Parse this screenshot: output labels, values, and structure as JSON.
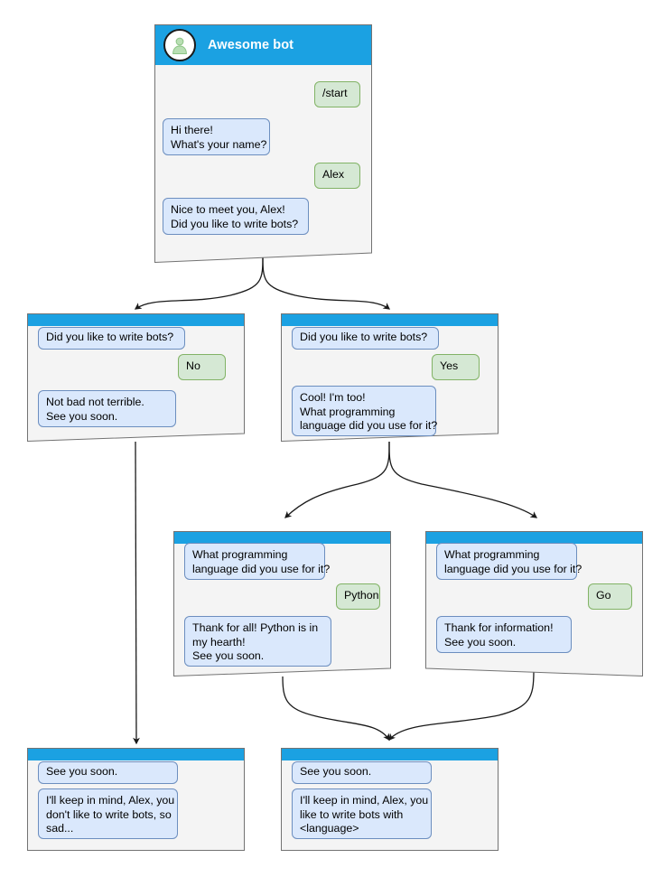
{
  "diagram": {
    "title": "Telegram bot conversation flow",
    "colors": {
      "node_body": "#f4f4f4",
      "node_border": "#808080",
      "titlebar": "#1ba1e2",
      "bot_bubble_fill": "#dae8fc",
      "bot_bubble_border": "#6c8ebf",
      "user_bubble_fill": "#d5e8d4",
      "user_bubble_border": "#82b366",
      "edge": "#1a1a1a",
      "title_text": "#ffffff"
    }
  },
  "nodes": {
    "root": {
      "id": "root",
      "header": {
        "avatar_icon": "person-avatar-icon",
        "title": "Awesome bot"
      },
      "messages": [
        {
          "from": "user",
          "text": "/start"
        },
        {
          "from": "bot",
          "text": "Hi there!\nWhat's your name?"
        },
        {
          "from": "user",
          "text": "Alex"
        },
        {
          "from": "bot",
          "text": "Nice to meet you, Alex!\nDid you like to write bots?"
        }
      ]
    },
    "no_branch": {
      "id": "no_branch",
      "messages": [
        {
          "from": "bot",
          "text": "Did you like to write bots?"
        },
        {
          "from": "user",
          "text": "No"
        },
        {
          "from": "bot",
          "text": "Not bad not terrible.\nSee you soon."
        }
      ]
    },
    "yes_branch": {
      "id": "yes_branch",
      "messages": [
        {
          "from": "bot",
          "text": "Did you like to write bots?"
        },
        {
          "from": "user",
          "text": "Yes"
        },
        {
          "from": "bot",
          "text": "Cool! I'm too!\nWhat programming\nlanguage did you use for it?"
        }
      ]
    },
    "python_branch": {
      "id": "python_branch",
      "messages": [
        {
          "from": "bot",
          "text": "What programming\nlanguage did you use for it?"
        },
        {
          "from": "user",
          "text": "Python"
        },
        {
          "from": "bot",
          "text": "Thank for all! Python is in\nmy hearth!\nSee you soon."
        }
      ]
    },
    "go_branch": {
      "id": "go_branch",
      "messages": [
        {
          "from": "bot",
          "text": "What programming\nlanguage did you use for it?"
        },
        {
          "from": "user",
          "text": "Go"
        },
        {
          "from": "bot",
          "text": "Thank for information!\nSee you soon."
        }
      ]
    },
    "end_sad": {
      "id": "end_sad",
      "messages": [
        {
          "from": "bot",
          "text": "See you soon."
        },
        {
          "from": "bot",
          "text": "I'll keep in mind, Alex, you\ndon't like to write bots, so\nsad..."
        }
      ]
    },
    "end_happy": {
      "id": "end_happy",
      "messages": [
        {
          "from": "bot",
          "text": "See you soon."
        },
        {
          "from": "bot",
          "text": "I'll keep in mind, Alex, you\nlike to write bots with\n<language>"
        }
      ]
    }
  }
}
